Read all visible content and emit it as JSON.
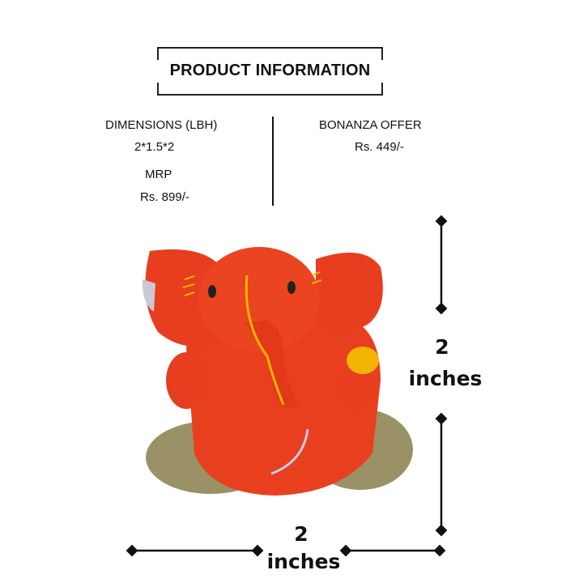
{
  "header": {
    "title": "PRODUCT INFORMATION"
  },
  "left": {
    "dimensions_label": "DIMENSIONS (LBH)",
    "dimensions_value": "2*1.5*2",
    "mrp_label": "MRP",
    "mrp_value": "Rs. 899/-"
  },
  "right": {
    "offer_label": "BONANZA OFFER",
    "offer_value": "Rs. 449/-"
  },
  "measure": {
    "height_value": "2",
    "height_unit": "inches",
    "width_value": "2",
    "width_unit": "inches"
  },
  "colors": {
    "body": "#e8401f",
    "gold": "#9a9166",
    "accent": "#f2b400"
  }
}
